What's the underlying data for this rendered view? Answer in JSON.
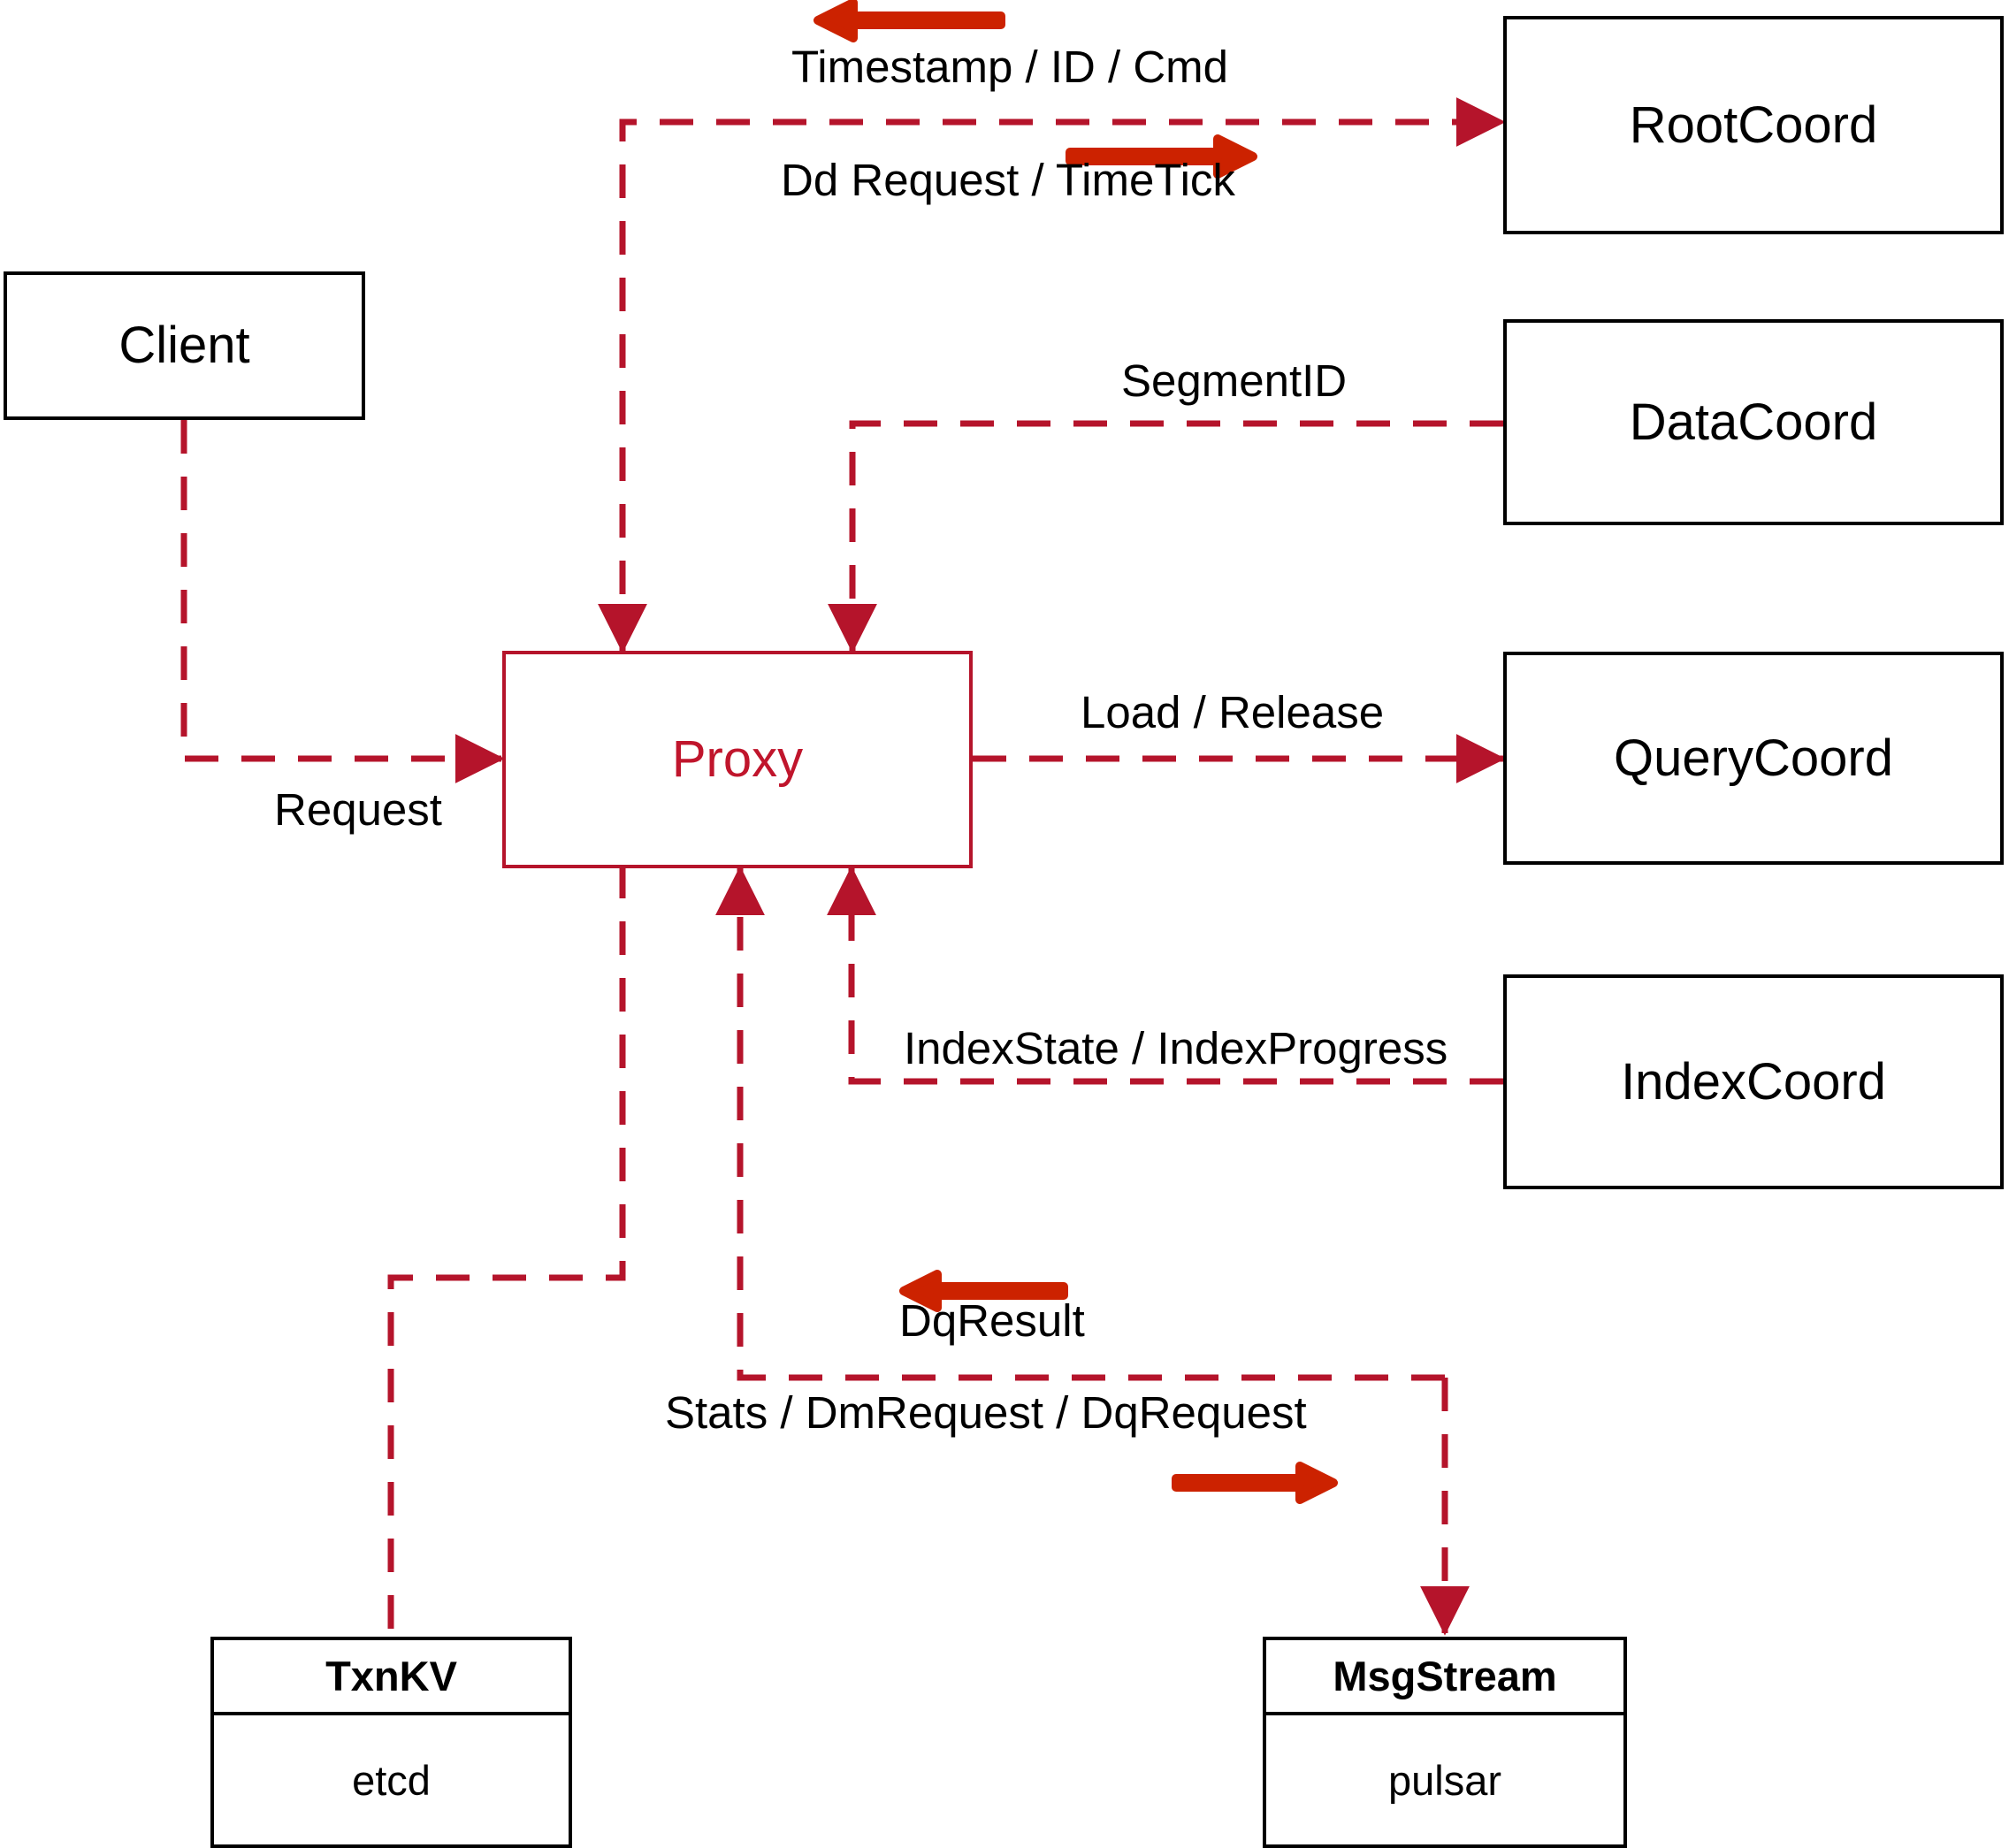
{
  "diagram": {
    "title": "Milvus Proxy interaction diagram",
    "colors": {
      "node_border": "#000000",
      "proxy_border": "#b5142b",
      "proxy_text": "#c0152c",
      "dashed_edge": "#b5142b",
      "direction_arrow": "#cc2200",
      "background": "#ffffff"
    },
    "nodes": [
      {
        "id": "client",
        "label": "Client"
      },
      {
        "id": "proxy",
        "label": "Proxy"
      },
      {
        "id": "rootcoord",
        "label": "RootCoord"
      },
      {
        "id": "datacoord",
        "label": "DataCoord"
      },
      {
        "id": "querycoord",
        "label": "QueryCoord"
      },
      {
        "id": "indexcoord",
        "label": "IndexCoord"
      }
    ],
    "stores": [
      {
        "id": "txnkv",
        "header": "TxnKV",
        "body": "etcd"
      },
      {
        "id": "msgstream",
        "header": "MsgStream",
        "body": "pulsar"
      }
    ],
    "edge_labels": [
      {
        "id": "timestamp-id-cmd",
        "text": "Timestamp / ID / Cmd"
      },
      {
        "id": "dd-request-timetick",
        "text": "Dd Request / TimeTick"
      },
      {
        "id": "segmentid",
        "text": "SegmentID"
      },
      {
        "id": "request",
        "text": "Request"
      },
      {
        "id": "load-release",
        "text": "Load / Release"
      },
      {
        "id": "indexstate-indexprogress",
        "text": "IndexState / IndexProgress"
      },
      {
        "id": "dqresult",
        "text": "DqResult"
      },
      {
        "id": "stats-dmrequest-dqrequest",
        "text": "Stats / DmRequest / DqRequest"
      }
    ],
    "edges": [
      {
        "id": "rootcoord-to-proxy",
        "from": "rootcoord",
        "to": "proxy",
        "label": "Timestamp / ID / Cmd",
        "style": "dashed"
      },
      {
        "id": "proxy-to-rootcoord",
        "from": "proxy",
        "to": "rootcoord",
        "label": "Dd Request / TimeTick",
        "style": "dashed"
      },
      {
        "id": "datacoord-to-proxy",
        "from": "datacoord",
        "to": "proxy",
        "label": "SegmentID",
        "style": "dashed"
      },
      {
        "id": "client-to-proxy",
        "from": "client",
        "to": "proxy",
        "label": "Request",
        "style": "dashed"
      },
      {
        "id": "proxy-to-querycoord",
        "from": "proxy",
        "to": "querycoord",
        "label": "Load / Release",
        "style": "dashed"
      },
      {
        "id": "indexcoord-to-proxy",
        "from": "indexcoord",
        "to": "proxy",
        "label": "IndexState / IndexProgress",
        "style": "dashed"
      },
      {
        "id": "proxy-to-txnkv",
        "from": "proxy",
        "to": "txnkv",
        "label": "",
        "style": "dashed"
      },
      {
        "id": "msgstream-to-proxy",
        "from": "msgstream",
        "to": "proxy",
        "label": "DqResult",
        "style": "dashed"
      },
      {
        "id": "proxy-to-msgstream",
        "from": "proxy",
        "to": "msgstream",
        "label": "Stats / DmRequest / DqRequest",
        "style": "dashed"
      }
    ],
    "direction_arrows": [
      {
        "id": "arrow-timestamp-left",
        "direction": "left"
      },
      {
        "id": "arrow-ddrequest-right",
        "direction": "right"
      },
      {
        "id": "arrow-dqresult-left",
        "direction": "left"
      },
      {
        "id": "arrow-stats-right",
        "direction": "right"
      }
    ]
  }
}
